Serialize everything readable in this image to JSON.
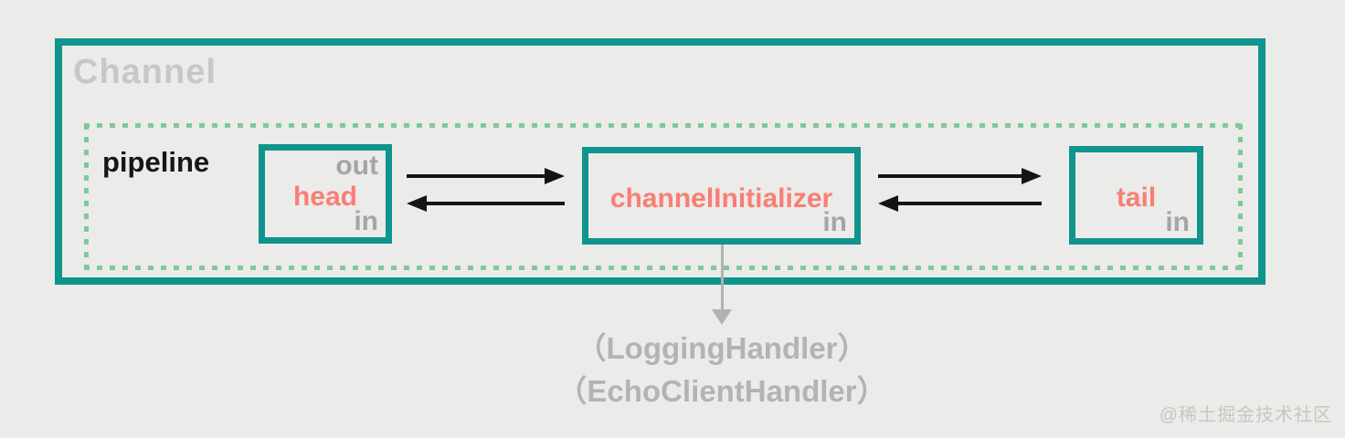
{
  "colors": {
    "background": "#ebebe9",
    "teal": "#0f948e",
    "dotted_green": "#7fc998",
    "salmon": "#f97e74",
    "inout_gray": "#a5a5a5",
    "channel_gray": "#c7c7c7",
    "handler_gray": "#b3b3b3",
    "arrow_black": "#141414",
    "arrow_gray": "#b2b2b2",
    "pipeline_black": "#161616",
    "watermark_gray": "#c8c6c2"
  },
  "channel": {
    "label": "Channel"
  },
  "pipeline": {
    "label": "pipeline",
    "nodes": {
      "head": {
        "name": "head",
        "out": "out",
        "in": "in"
      },
      "initializer": {
        "name": "channelInitializer",
        "in": "in"
      },
      "tail": {
        "name": "tail",
        "in": "in"
      }
    }
  },
  "annotation": {
    "lines": [
      "（LoggingHandler）",
      "（EchoClientHandler）"
    ]
  },
  "watermark": "@稀土掘金技术社区"
}
